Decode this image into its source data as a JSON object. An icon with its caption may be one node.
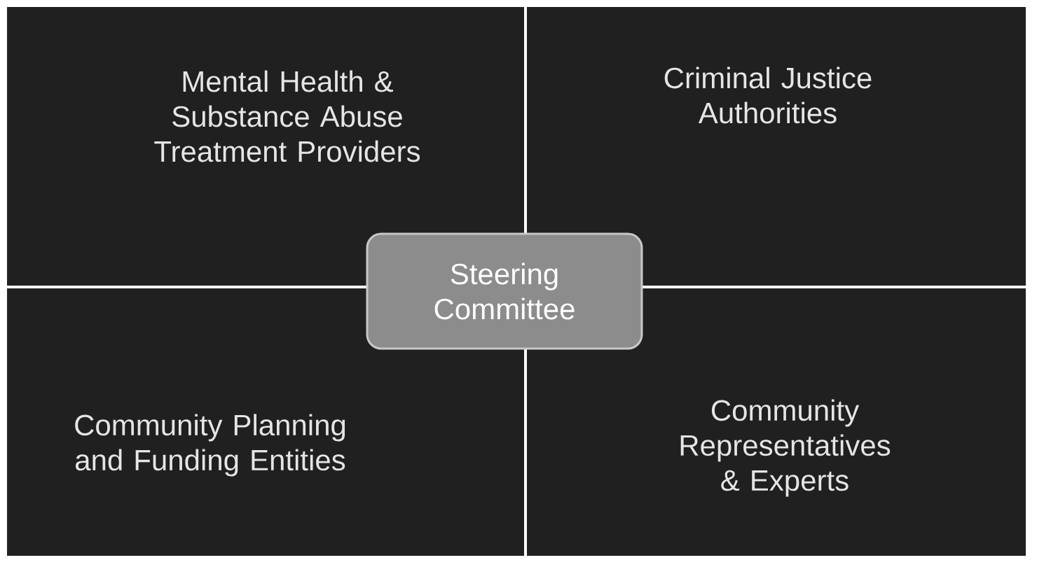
{
  "diagram": {
    "nodes": [
      {
        "text": [
          "Mental Health & Substance Abuse Treatment Providers"
        ]
      },
      {
        "text": [
          "Criminal Justice Authorities"
        ]
      },
      {
        "text": [
          "Community Planning and Funding Entities"
        ]
      },
      {
        "text": [
          "Community Representatives & Experts"
        ]
      },
      {
        "text": [
          "Steering Committee"
        ]
      }
    ]
  }
}
